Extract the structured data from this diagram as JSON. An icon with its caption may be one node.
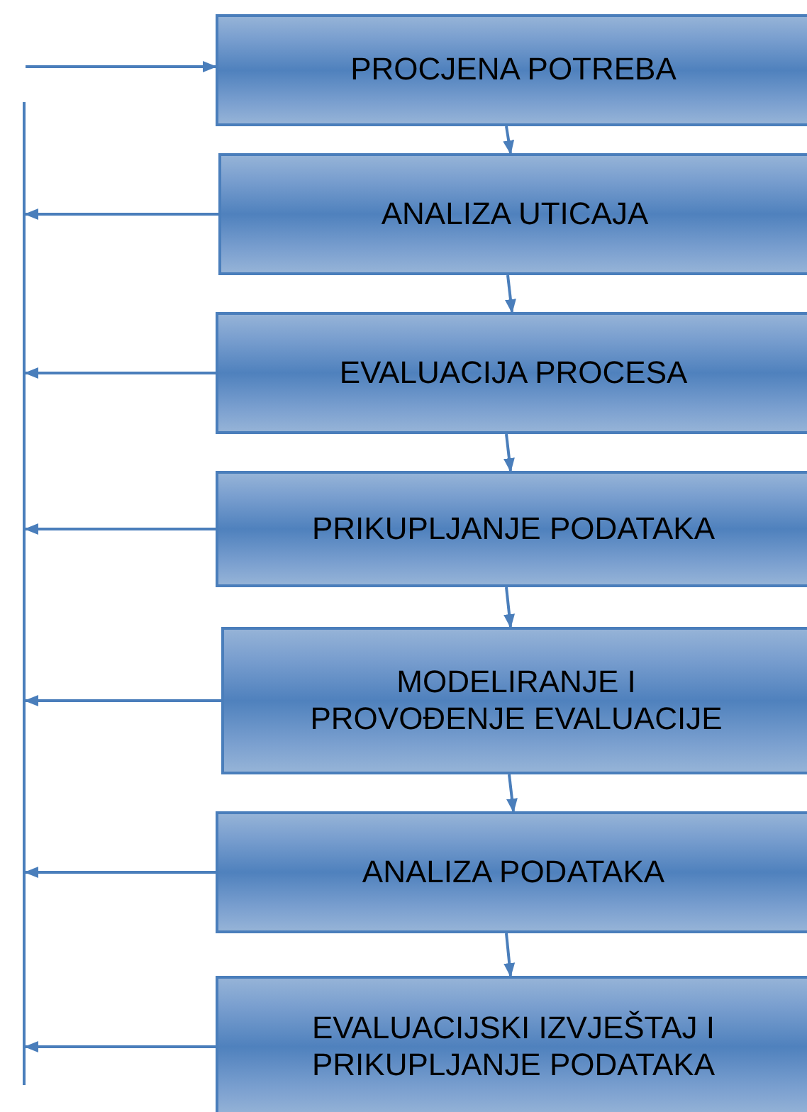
{
  "diagram": {
    "nodes": [
      {
        "text": [
          "PROCJENA POTREBA"
        ]
      },
      {
        "text": [
          "ANALIZA UTICAJA"
        ]
      },
      {
        "text": [
          "EVALUACIJA PROCESA"
        ]
      },
      {
        "text": [
          "PRIKUPLJANJE PODATAKA"
        ]
      },
      {
        "text": [
          "MODELIRANJE I PROVOĐENJE EVALUACIJE"
        ]
      },
      {
        "text": [
          "ANALIZA PODATAKA"
        ]
      },
      {
        "text": [
          "EVALUACIJSKI IZVJEŠTAJ I PRIKUPLJANJE PODATAKA"
        ]
      },
      {
        "text": [],
        "shape": "bar"
      }
    ],
    "edges": [
      {
        "from": null,
        "to": 0,
        "arrow": "to"
      },
      {
        "from": 0,
        "to": 1,
        "arrow": "to"
      },
      {
        "from": 1,
        "to": 2,
        "arrow": "to"
      },
      {
        "from": 2,
        "to": 3,
        "arrow": "to"
      },
      {
        "from": 3,
        "to": 4,
        "arrow": "to"
      },
      {
        "from": 4,
        "to": 5,
        "arrow": "to"
      },
      {
        "from": 5,
        "to": 6,
        "arrow": "to"
      },
      {
        "from": 1,
        "to": 7,
        "arrow": "to"
      },
      {
        "from": 2,
        "to": 7,
        "arrow": "to"
      },
      {
        "from": 3,
        "to": 7,
        "arrow": "to"
      },
      {
        "from": 4,
        "to": 7,
        "arrow": "to"
      },
      {
        "from": 5,
        "to": 7,
        "arrow": "to"
      },
      {
        "from": 6,
        "to": 7,
        "arrow": "to"
      }
    ]
  }
}
